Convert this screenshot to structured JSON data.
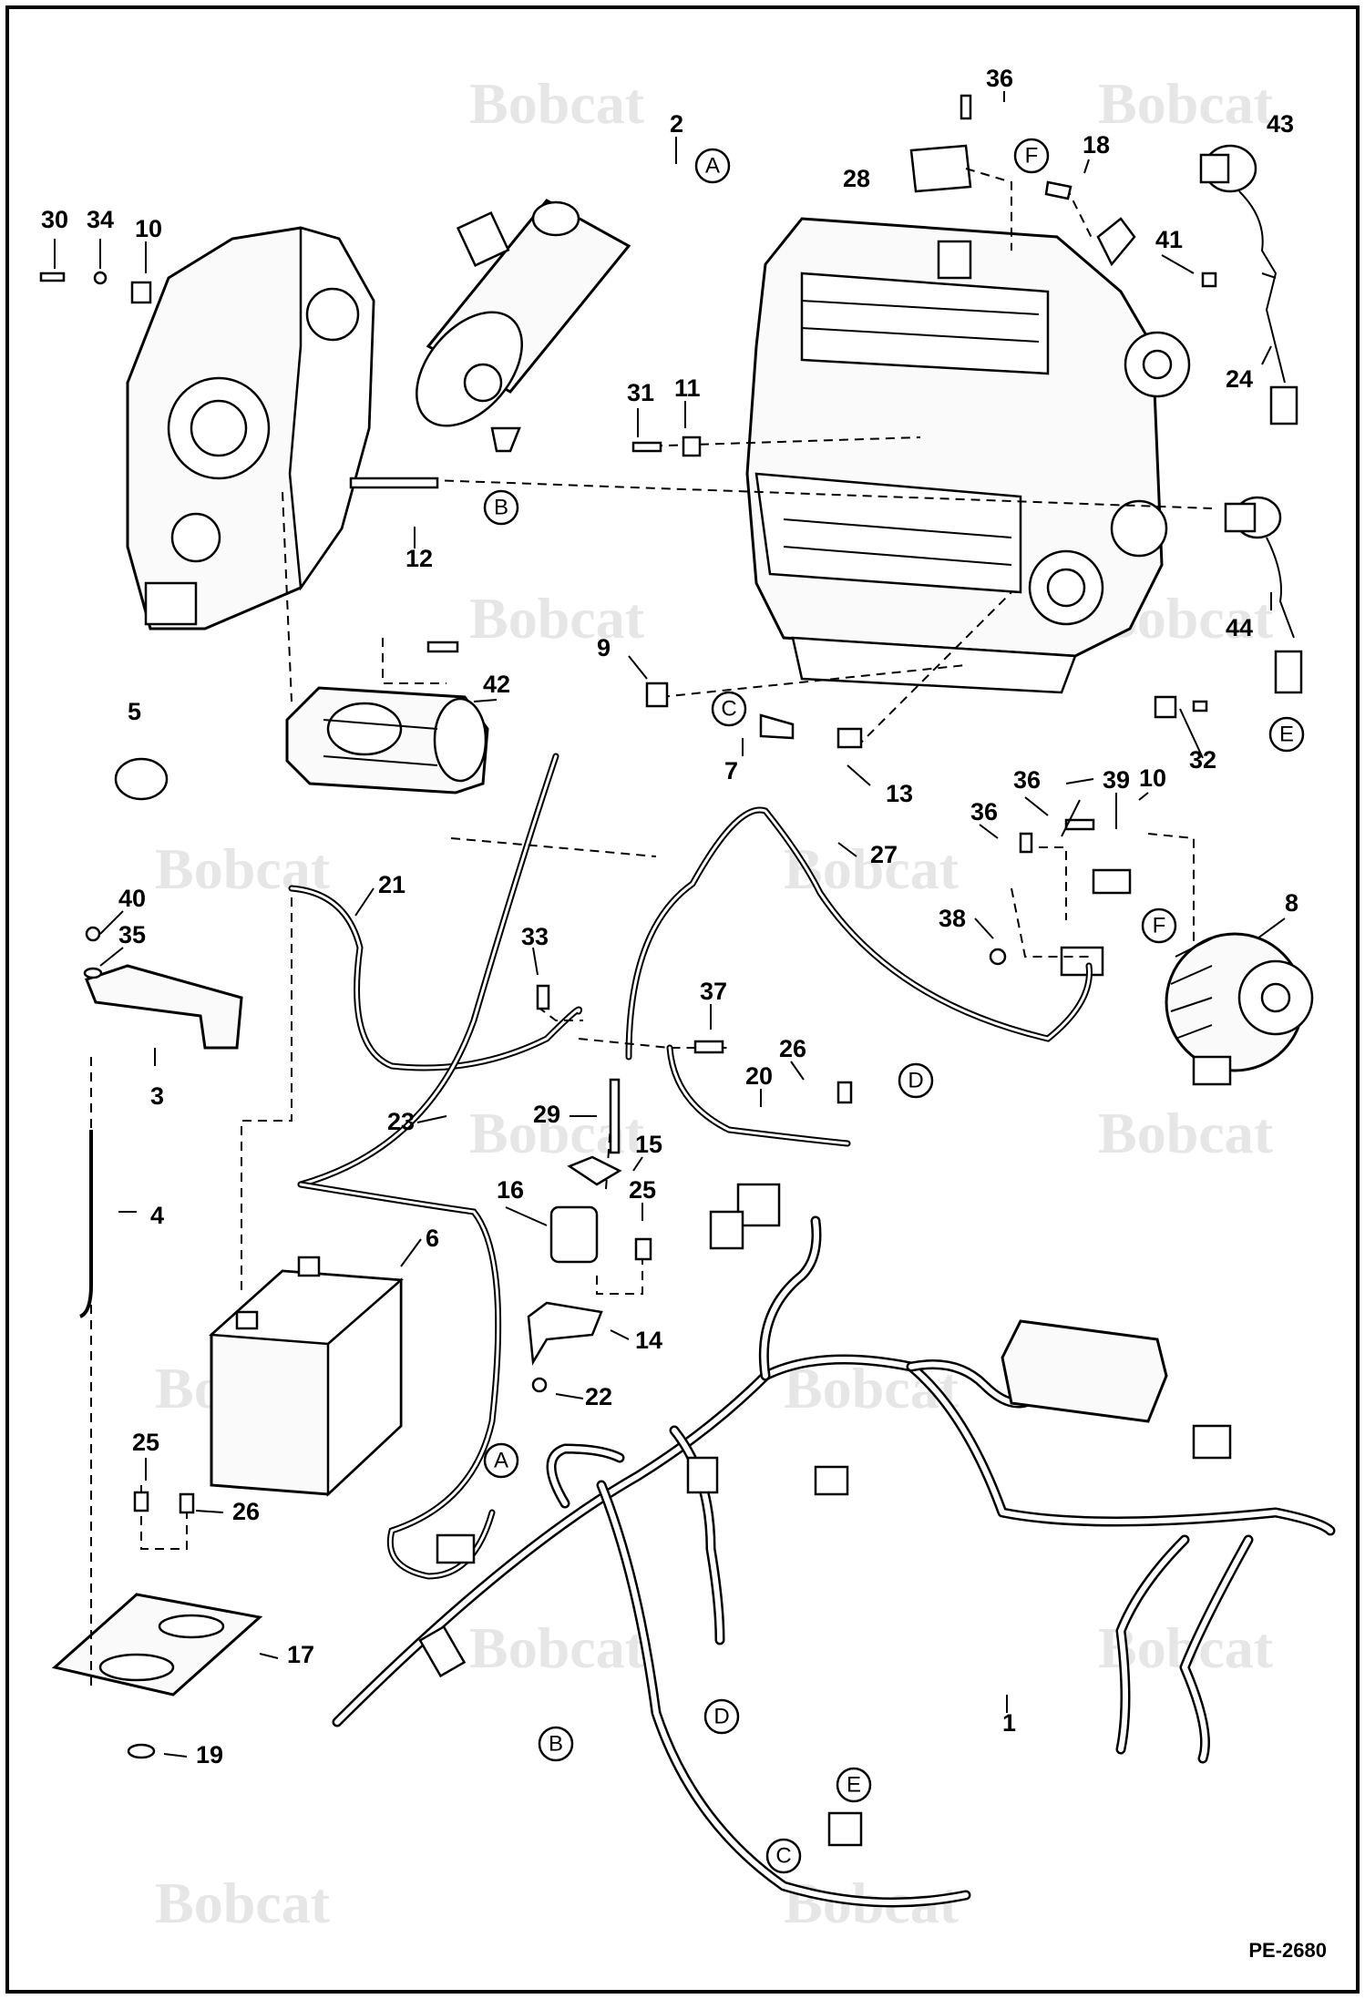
{
  "watermark": "Bobcat",
  "diagram_id": "PE-2680",
  "callouts": [
    "1",
    "2",
    "3",
    "4",
    "5",
    "6",
    "7",
    "8",
    "9",
    "10",
    "10",
    "11",
    "12",
    "13",
    "14",
    "15",
    "16",
    "17",
    "18",
    "19",
    "20",
    "21",
    "22",
    "23",
    "24",
    "25",
    "25",
    "26",
    "26",
    "27",
    "28",
    "29",
    "30",
    "31",
    "32",
    "33",
    "34",
    "35",
    "36",
    "36",
    "36",
    "37",
    "38",
    "39",
    "40",
    "41",
    "42",
    "43",
    "44"
  ],
  "references": [
    "A",
    "A",
    "B",
    "B",
    "C",
    "C",
    "D",
    "D",
    "E",
    "E",
    "F",
    "F"
  ]
}
